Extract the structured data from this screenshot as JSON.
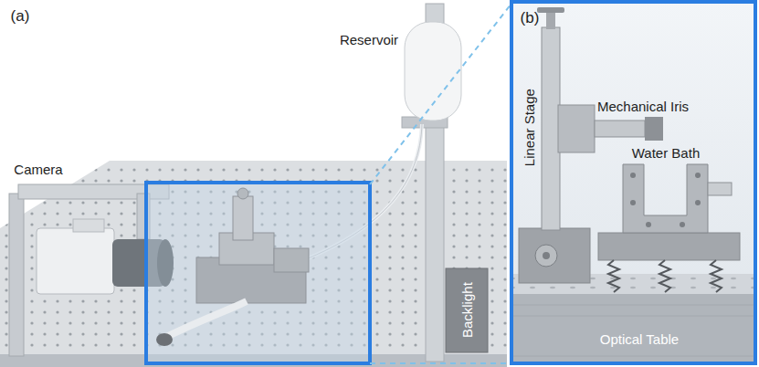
{
  "diagram": {
    "labels": [
      "(a)",
      "Camera",
      "Reservoir",
      "Backlight",
      "(b)",
      "Linear Stage",
      "Mechanical Iris",
      "Water Bath",
      "Optical Table"
    ]
  }
}
